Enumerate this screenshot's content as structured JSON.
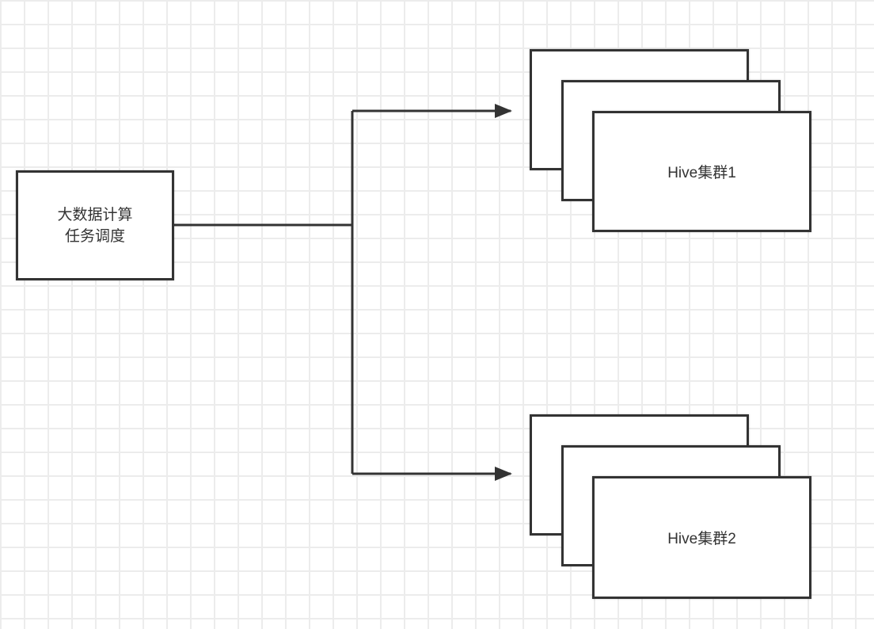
{
  "diagram": {
    "scheduler": {
      "label_line1": "大数据计算",
      "label_line2": "任务调度"
    },
    "clusters": [
      {
        "label": "Hive集群1"
      },
      {
        "label": "Hive集群2"
      }
    ],
    "colors": {
      "stroke": "#333333",
      "node_fill": "#ffffff",
      "grid_line": "#ececec",
      "background": "#ffffff",
      "text": "#333333"
    }
  }
}
